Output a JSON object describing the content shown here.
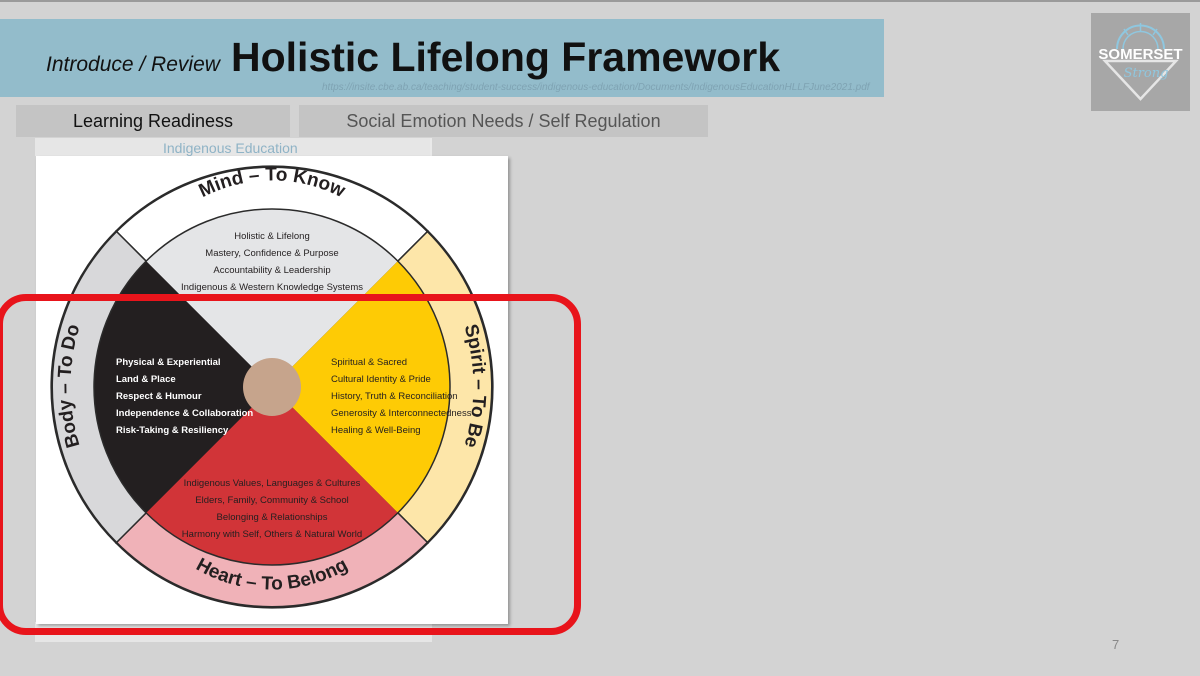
{
  "slide": {
    "intro_label": "Introduce / Review",
    "title": "Holistic Lifelong Framework",
    "source_url": "https://insite.cbe.ab.ca/teaching/student-success/indigenous-education/Documents/IndigenousEducationHLLFJune2021.pdf",
    "page_number": "7"
  },
  "logo": {
    "text_top": "SOMERSET",
    "text_script": "Strong"
  },
  "tabs": [
    {
      "label": "Learning Readiness",
      "active": true
    },
    {
      "label": "Social Emotion Needs / Self Regulation",
      "active": false
    }
  ],
  "document": {
    "header": "Indigenous Education"
  },
  "framework": {
    "top": {
      "ring_label": "Mind – To Know",
      "items": [
        "Holistic & Lifelong",
        "Mastery, Confidence & Purpose",
        "Accountability & Leadership",
        "Indigenous & Western Knowledge Systems"
      ]
    },
    "left": {
      "ring_label": "Body – To Do",
      "items": [
        "Physical & Experiential",
        "Land & Place",
        "Respect & Humour",
        "Independence & Collaboration",
        "Risk-Taking & Resiliency"
      ]
    },
    "right": {
      "ring_label": "Spirit – To Be",
      "items": [
        "Spiritual & Sacred",
        "Cultural Identity & Pride",
        "History, Truth & Reconciliation",
        "Generosity & Interconnectedness",
        "Healing & Well-Being"
      ]
    },
    "bottom": {
      "ring_label": "Heart – To Belong",
      "items": [
        "Indigenous Values, Languages & Cultures",
        "Elders, Family, Community & School",
        "Belonging & Relationships",
        "Harmony with Self, Others & Natural World"
      ]
    }
  },
  "colors": {
    "banner": "#93bccb",
    "mind": "#e4e5e7",
    "body": "#231f20",
    "spirit": "#fecb05",
    "heart": "#d13438",
    "ring_mind": "#ffffff",
    "ring_body": "#d8d8da",
    "ring_spirit": "#fde6a9",
    "ring_heart": "#f0b2b8",
    "center": "#c6a48c",
    "highlight": "#e8141b"
  }
}
